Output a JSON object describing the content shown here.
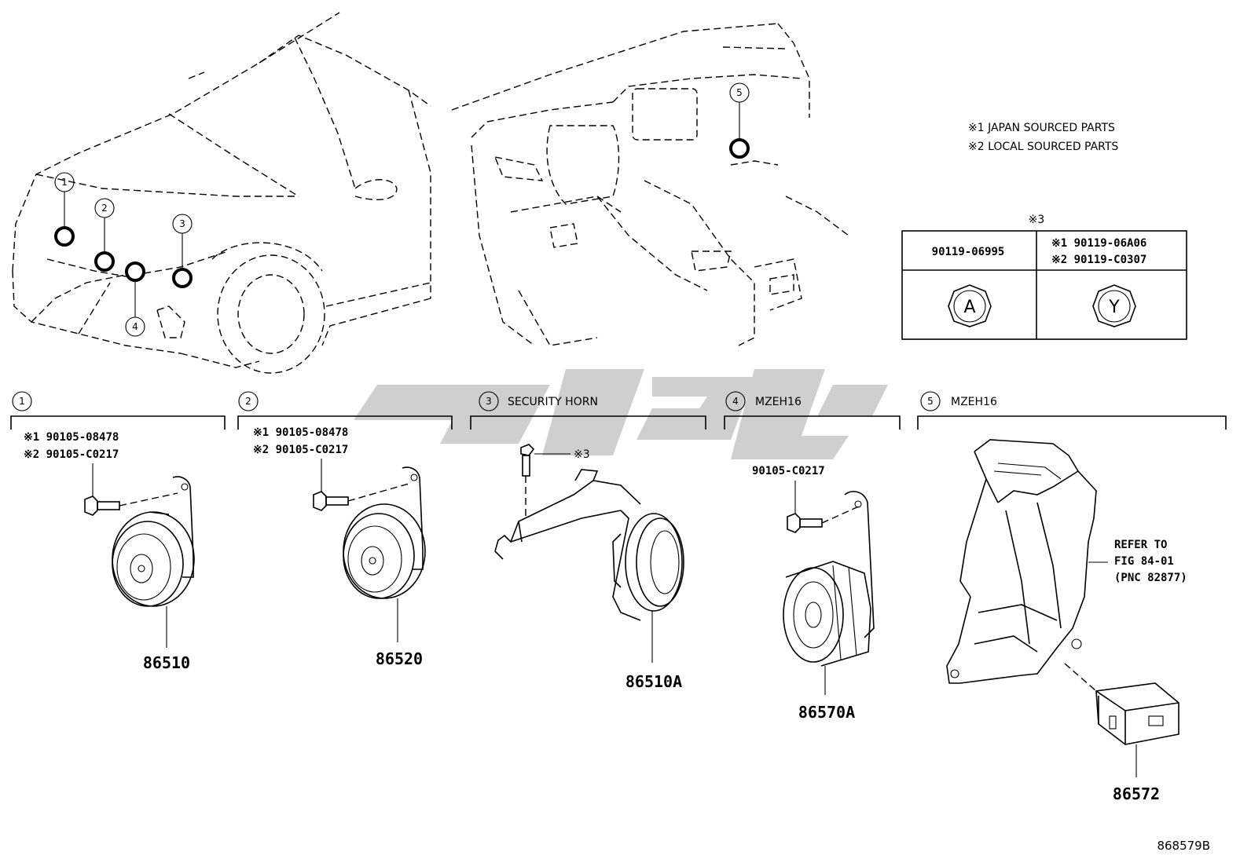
{
  "notes": {
    "note1": "※1 JAPAN SOURCED PARTS",
    "note2": "※2 LOCAL SOURCED PARTS"
  },
  "bolt_table": {
    "header_mark": "※3",
    "col1_part": "90119-06995",
    "col2_part1": "※1 90119-06A06",
    "col2_part2": "※2 90119-C0307",
    "col1_symbol": "A",
    "col2_symbol": "Y"
  },
  "callouts": [
    "1",
    "2",
    "3",
    "4",
    "5"
  ],
  "sections": [
    {
      "num": "1",
      "title": "",
      "bolt1": "※1 90105-08478",
      "bolt2": "※2 90105-C0217",
      "part": "86510"
    },
    {
      "num": "2",
      "title": "",
      "bolt1": "※1 90105-08478",
      "bolt2": "※2 90105-C0217",
      "part": "86520"
    },
    {
      "num": "3",
      "title": "SECURITY HORN",
      "bolt_mark": "※3",
      "part": "86510A"
    },
    {
      "num": "4",
      "title": "MZEH16",
      "bolt": "90105-C0217",
      "part": "86570A"
    },
    {
      "num": "5",
      "title": "MZEH16",
      "ref1": "REFER TO",
      "ref2": "FIG 84-01",
      "ref3": "(PNC 82877)",
      "part": "86572"
    }
  ],
  "diagram_code": "868579B"
}
